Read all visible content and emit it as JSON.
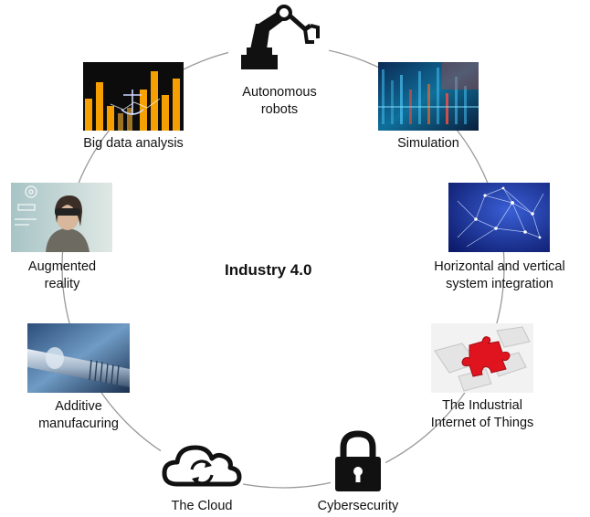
{
  "diagram": {
    "title": "Industry 4.0",
    "nodes": [
      {
        "id": "autonomous-robots",
        "label_lines": [
          "Autonomous",
          "robots"
        ],
        "icon": "robot-arm-icon"
      },
      {
        "id": "simulation",
        "label_lines": [
          "Simulation"
        ],
        "icon": "simulation-image"
      },
      {
        "id": "system-integration",
        "label_lines": [
          "Horizontal and vertical",
          "system integration"
        ],
        "icon": "network-image"
      },
      {
        "id": "industrial-iot",
        "label_lines": [
          "The Industrial",
          "Internet of Things"
        ],
        "icon": "puzzle-image"
      },
      {
        "id": "cybersecurity",
        "label_lines": [
          "Cybersecurity"
        ],
        "icon": "padlock-icon"
      },
      {
        "id": "the-cloud",
        "label_lines": [
          "The Cloud"
        ],
        "icon": "cloud-sync-icon"
      },
      {
        "id": "additive-manufacturing",
        "label_lines": [
          "Additive",
          "manufacuring"
        ],
        "icon": "lathe-image"
      },
      {
        "id": "augmented-reality",
        "label_lines": [
          "Augmented",
          "reality"
        ],
        "icon": "ar-headset-image"
      },
      {
        "id": "big-data",
        "label_lines": [
          "Big data analysis"
        ],
        "icon": "data-bars-image"
      }
    ]
  },
  "colors": {
    "ring": "#9a9a9a",
    "icon": "#111111",
    "puzzle_accent": "#e0141e"
  }
}
